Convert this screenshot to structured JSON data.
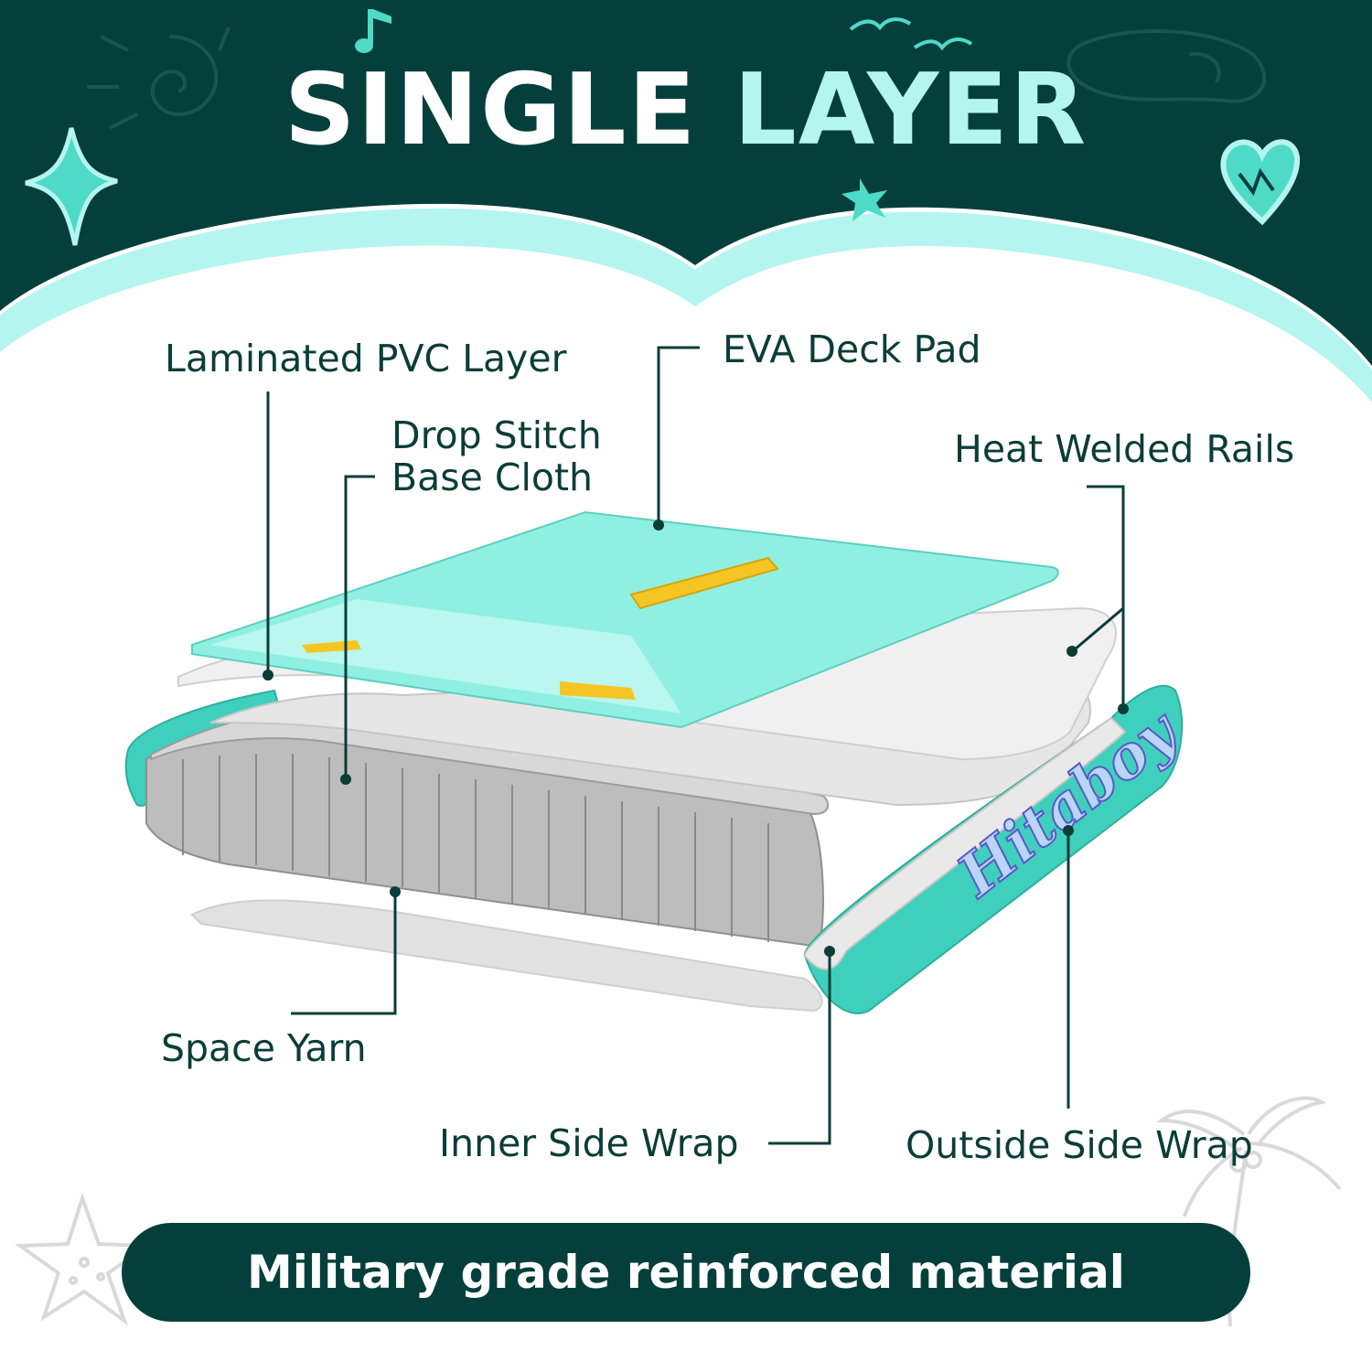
{
  "header": {
    "title_word_1": "SINGLE",
    "title_word_2": "LAYER"
  },
  "labels": {
    "laminated_pvc_layer": "Laminated PVC Layer",
    "eva_deck_pad": "EVA Deck Pad",
    "drop_stitch_line1": "Drop Stitch",
    "drop_stitch_line2": "Base Cloth",
    "heat_welded_rails": "Heat Welded Rails",
    "space_yarn": "Space Yarn",
    "inner_side_wrap": "Inner Side Wrap",
    "outside_side_wrap": "Outside Side Wrap"
  },
  "footer": {
    "banner_text": "Military grade reinforced material"
  },
  "colors": {
    "header_bg": "#053f3b",
    "mint_wave": "#b4f5f0",
    "deck_teal": "#5ee0d2",
    "rail_teal": "#3fd0bd",
    "text_dark": "#0b3d38"
  }
}
